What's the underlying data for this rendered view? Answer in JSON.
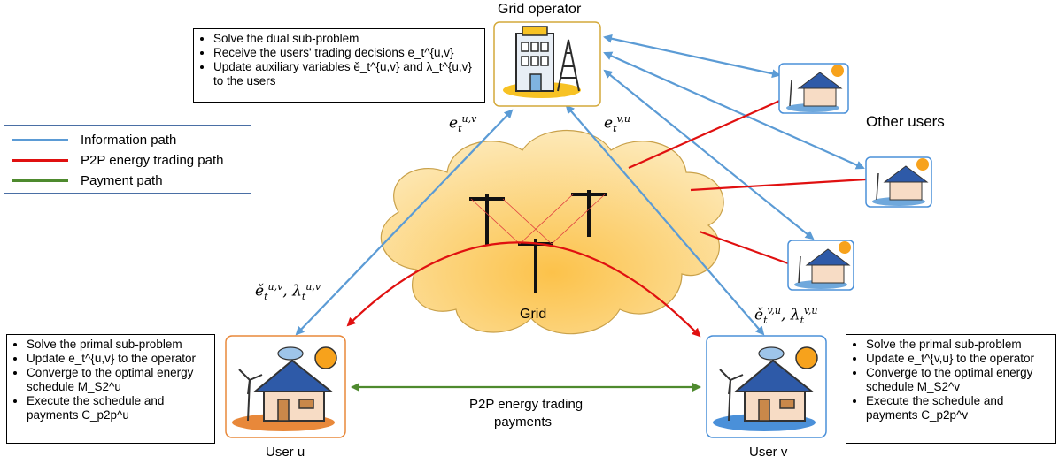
{
  "title_operator": "Grid operator",
  "operator_box": {
    "items": [
      "Solve the dual sub-problem",
      "Receive the users' trading decisions e_t^{u,v}",
      "Update auxiliary variables ě_t^{u,v} and λ_t^{u,v} to the users"
    ]
  },
  "legend": {
    "items": [
      {
        "label": "Information path",
        "color": "#5b9bd5"
      },
      {
        "label": "P2P energy trading path",
        "color": "#e01010"
      },
      {
        "label": "Payment path",
        "color": "#4e8a2e"
      }
    ]
  },
  "other_users_label": "Other users",
  "grid_label": "Grid",
  "math_labels": {
    "e_uv": "e",
    "e_uv_sup": "u,v",
    "e_uv_sub": "t",
    "e_vu": "e",
    "e_vu_sup": "v,u",
    "e_vu_sub": "t",
    "aux_u": "ě",
    "aux_u_sup": "u,v",
    "aux_u_sub": "t",
    "lam_u": "λ",
    "lam_u_sup": "u,v",
    "lam_u_sub": "t",
    "aux_v": "ě",
    "aux_v_sup": "v,u",
    "aux_v_sub": "t",
    "lam_v": "λ",
    "lam_v_sup": "v,u",
    "lam_v_sub": "t"
  },
  "user_u_box": {
    "items": [
      "Solve the primal sub-problem",
      "Update e_t^{u,v} to the operator",
      "Converge to the optimal energy schedule M_S2^u",
      "Execute the schedule and payments C_p2p^u"
    ]
  },
  "user_v_box": {
    "items": [
      "Solve the primal sub-problem",
      "Update e_t^{v,u} to the operator",
      "Converge to the optimal energy schedule M_S2^v",
      "Execute the schedule and payments C_p2p^v"
    ]
  },
  "user_u_label": "User u",
  "user_v_label": "User v",
  "payment_label_line1": "P2P energy trading",
  "payment_label_line2": "payments",
  "colors": {
    "info": "#5b9bd5",
    "p2p": "#e01010",
    "payment": "#4e8a2e",
    "cloud": "#fde2a0",
    "operator_border": "#d4a93a",
    "user_u_border": "#e8883a",
    "user_v_border": "#4a90d9"
  }
}
